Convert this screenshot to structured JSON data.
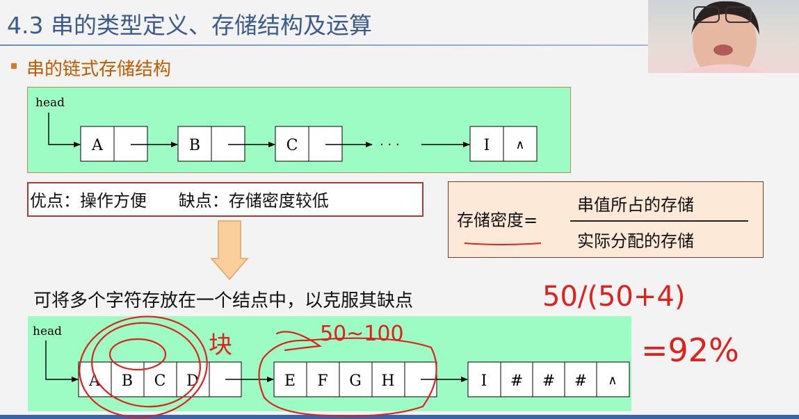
{
  "slide": {
    "title": "4.3 串的类型定义、存储结构及运算",
    "subtitle": "串的链式存储结构",
    "advantages": "优点：操作方便      缺点：存储密度较低",
    "density_label": "存储密度=",
    "density_numerator": "串值所占的存储",
    "density_denominator": "实际分配的存储",
    "note": "可将多个字符存放在一个结点中，以克服其缺点"
  },
  "diagram1": {
    "head": "head",
    "nodes": [
      "A",
      "B",
      "C"
    ],
    "ellipsis": "· · ·",
    "last_node": "I",
    "null_mark": "∧"
  },
  "diagram2": {
    "head": "head",
    "block1": [
      "A",
      "B",
      "C",
      "D"
    ],
    "block2": [
      "E",
      "F",
      "G",
      "H"
    ],
    "block3": [
      "I",
      "#",
      "#",
      "#"
    ],
    "null_mark": "∧"
  },
  "annotations": {
    "word": "块",
    "range": "50~100",
    "formula": "50/(50+4)",
    "result": "=92%"
  },
  "colors": {
    "title": "#3b5a8d",
    "panel": "#9dfbc4",
    "ink": "#e0201c",
    "subtitle": "#c25a00"
  }
}
